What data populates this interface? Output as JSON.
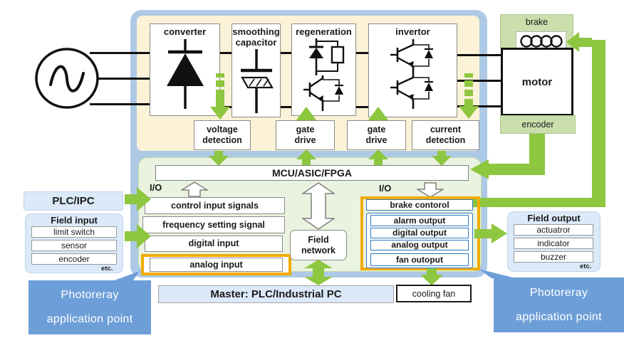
{
  "colors": {
    "panel_blue": "#adc9e5",
    "panel_cream": "#fbf2d7",
    "panel_green": "#e9f3df",
    "arrow_green": "#8dc63f",
    "pale_green": "#cbdfad",
    "pale_blue": "#dbe9f8",
    "highlight_orange": "#f2ab00",
    "blue_box_border": "#2e79bd",
    "callout_blue": "#6d9ed8"
  },
  "icons": {
    "ac_source": "sine-wave-circle",
    "converter": "diode-symbol",
    "smoothing_capacitor": "capacitor-symbol",
    "regeneration": "igbt-resistor-symbol",
    "invertor": "igbt-bridge-symbol",
    "brake": "coil-symbol"
  },
  "power_blocks": {
    "converter": "converter",
    "smoothing_capacitor": "smoothing\ncapacitor",
    "regeneration": "regeneration",
    "invertor": "invertor"
  },
  "detection_row": {
    "voltage_detection": "voltage\ndetection",
    "gate_drive_1": "gate\ndrive",
    "gate_drive_2": "gate\ndrive",
    "current_detection": "current\ndetection"
  },
  "controller": {
    "mcu": "MCU/ASIC/FPGA",
    "io_left": "I/O",
    "io_right": "I/O"
  },
  "motor_unit": {
    "brake": "brake",
    "motor": "motor",
    "encoder": "encoder"
  },
  "input_stack": {
    "control": "control input signals",
    "frequency": "frequency setting signal",
    "digital": "digital input",
    "analog": "analog input"
  },
  "field_network": "Field\nnetwork",
  "master_bar": "Master: PLC/Industrial PC",
  "output_stack": {
    "brake_control": "brake contorol",
    "alarm": "alarm output",
    "digital": "digital output",
    "analog": "analog output",
    "fan": "fan outoput"
  },
  "cooling_fan": "cooling fan",
  "plc_ipc": "PLC/IPC",
  "field_input": {
    "title": "Field input",
    "items": [
      "limit switch",
      "sensor",
      "encoder"
    ],
    "etc": "etc."
  },
  "field_output": {
    "title": "Field output",
    "items": [
      "actuatror",
      "indicator",
      "buzzer"
    ],
    "etc": "etc."
  },
  "callout_left": "Photoreray\napplication point",
  "callout_right": "Photoreray\napplication point"
}
